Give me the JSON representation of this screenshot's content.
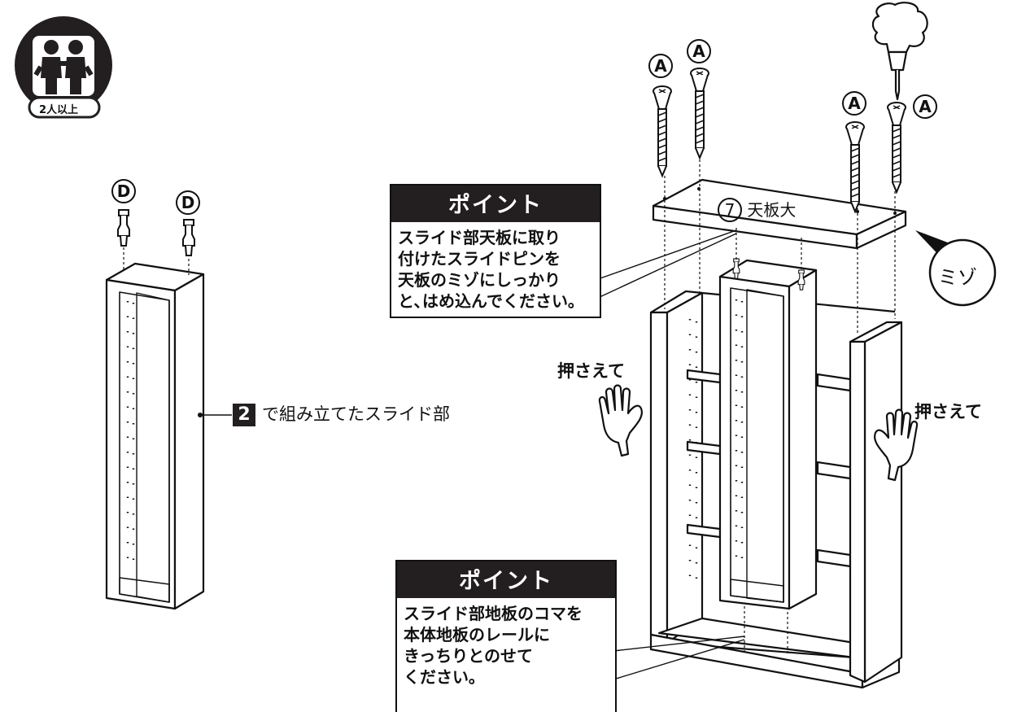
{
  "badge": {
    "text": "2人以上"
  },
  "parts": {
    "screw_label": "A",
    "pin_label": "D"
  },
  "slide_unit_label": {
    "step": "2",
    "text": "で組み立てたスライド部"
  },
  "top_board_label": {
    "number": "7",
    "text": "天板大"
  },
  "groove_callout": "ミゾ",
  "hold_left": "押さえて",
  "hold_right": "押さえて",
  "point_top": {
    "heading": "ポイント",
    "lines": [
      "スライド部天板に取り",
      "付けたスライドピンを",
      "天板のミゾにしっかり",
      "と､はめ込んでください｡"
    ]
  },
  "point_bottom": {
    "heading": "ポイント",
    "lines": [
      "スライド部地板のコマを",
      "本体地板のレールに",
      "きっちりとのせて",
      "ください｡"
    ]
  }
}
